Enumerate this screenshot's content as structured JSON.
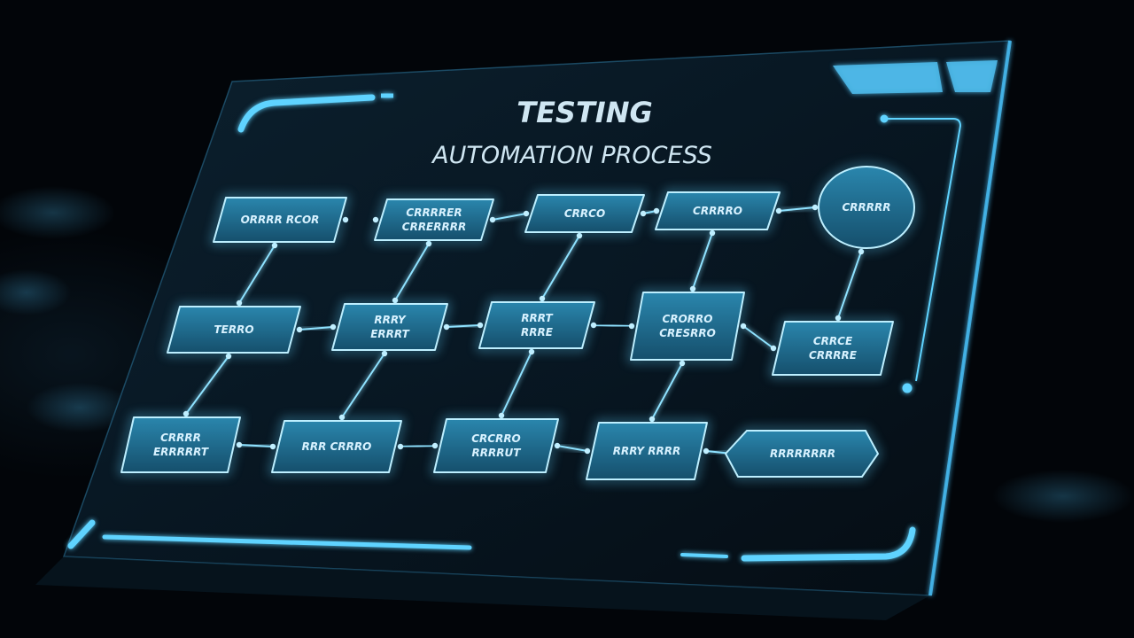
{
  "title": {
    "line1": "TESTING",
    "line2": "AUTOMATION PROCESS"
  },
  "colors": {
    "glow": "#5fd3ff",
    "node_fill": "#1e6f93",
    "panel": "#0b1c28"
  },
  "nodes": [
    {
      "row": 1,
      "col": 1,
      "shape": "rect",
      "lines": [
        "ORRRR RCOR"
      ]
    },
    {
      "row": 1,
      "col": 2,
      "shape": "rect",
      "lines": [
        "CRRRRER",
        "CRRERRRR"
      ]
    },
    {
      "row": 1,
      "col": 3,
      "shape": "rect",
      "lines": [
        "CRRCO"
      ]
    },
    {
      "row": 1,
      "col": 4,
      "shape": "rect",
      "lines": [
        "CRRRRO"
      ]
    },
    {
      "row": 1,
      "col": 5,
      "shape": "ellipse",
      "lines": [
        "CRRRRR"
      ]
    },
    {
      "row": 2,
      "col": 1,
      "shape": "rect",
      "lines": [
        "TERRO"
      ]
    },
    {
      "row": 2,
      "col": 2,
      "shape": "rect",
      "lines": [
        "RRRY",
        "ERRRT"
      ]
    },
    {
      "row": 2,
      "col": 3,
      "shape": "rect",
      "lines": [
        "RRRT",
        "RRRE"
      ]
    },
    {
      "row": 2,
      "col": 4,
      "shape": "rect",
      "lines": [
        "CRORRO",
        "CRESRRO"
      ]
    },
    {
      "row": 2,
      "col": 5,
      "shape": "rect",
      "lines": [
        "CRRCE",
        "CRRRRE"
      ]
    },
    {
      "row": 3,
      "col": 1,
      "shape": "rect",
      "lines": [
        "CRRRR",
        "ERRRRRT"
      ]
    },
    {
      "row": 3,
      "col": 2,
      "shape": "rect",
      "lines": [
        "RRR CRRRO"
      ]
    },
    {
      "row": 3,
      "col": 3,
      "shape": "rect",
      "lines": [
        "CRCRRO",
        "RRRRUT"
      ]
    },
    {
      "row": 3,
      "col": 4,
      "shape": "rect",
      "lines": [
        "RRRY RRRR"
      ]
    },
    {
      "row": 3,
      "col": 5,
      "shape": "hexagon",
      "lines": [
        "RRRRRRRR"
      ]
    }
  ]
}
